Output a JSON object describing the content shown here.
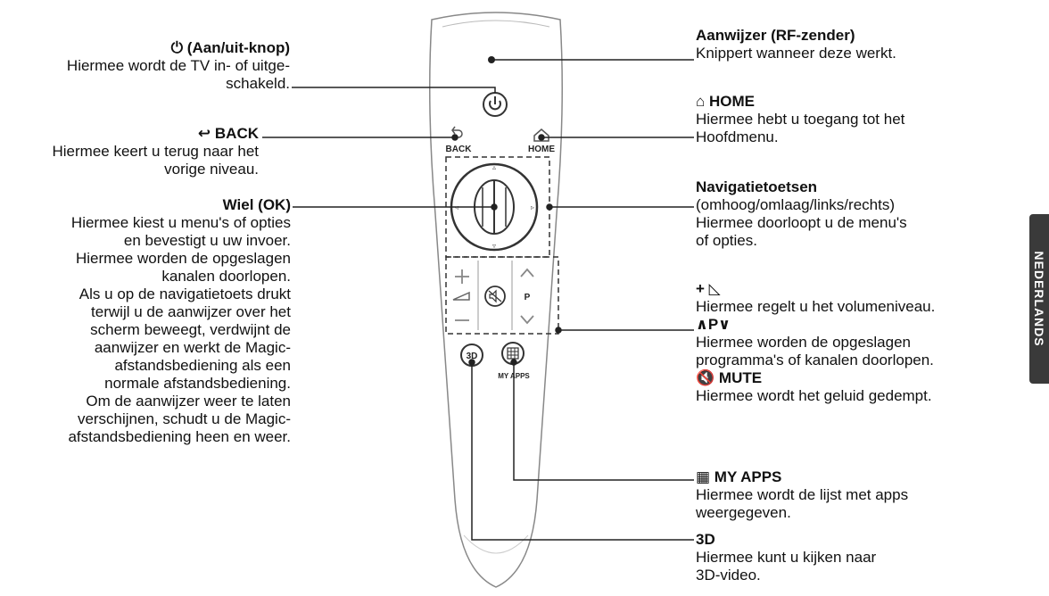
{
  "callouts": {
    "power": {
      "title": "(Aan/uit-knop)",
      "desc": "Hiermee wordt de TV in- of uitge-\nschakeld."
    },
    "back": {
      "title": "BACK",
      "desc": "Hiermee keert u terug naar het\nvorige niveau."
    },
    "wheel": {
      "title": "Wiel (OK)",
      "desc": "Hiermee kiest u menu's of opties\nen bevestigt u uw invoer.\nHiermee worden de opgeslagen\nkanalen doorlopen.\nAls u op de navigatietoets drukt\nterwijl u de aanwijzer over het\nscherm beweegt, verdwijnt de\naanwijzer en werkt de Magic-\nafstandsbediening als een\nnormale afstandsbediening.\nOm de aanwijzer weer te laten\nverschijnen, schudt u de Magic-\nafstandsbediening heen en weer."
    },
    "pointer": {
      "title": "Aanwijzer (RF-zender)",
      "desc": "Knippert wanneer deze werkt."
    },
    "home": {
      "title": "HOME",
      "desc": "Hiermee hebt u toegang tot het\nHoofdmenu."
    },
    "nav": {
      "title": "Navigatietoetsen",
      "desc": "(omhoog/omlaag/links/rechts)\nHiermee doorloopt u de menu's\nof opties."
    },
    "volume": {
      "title": "+",
      "desc": "Hiermee regelt u het volumeniveau."
    },
    "program": {
      "title": "P",
      "desc": "Hiermee worden de opgeslagen\nprogramma's of kanalen doorlopen."
    },
    "mute": {
      "title": "MUTE",
      "desc": "Hiermee wordt het geluid gedempt."
    },
    "myapps": {
      "title": "MY APPS",
      "desc": "Hiermee wordt de lijst met apps\nweergegeven."
    },
    "threed": {
      "title": "3D",
      "desc": "Hiermee kunt u kijken naar\n3D-video."
    }
  },
  "remote": {
    "back_label": "BACK",
    "home_label": "HOME",
    "p_label": "P",
    "threed_label": "3D",
    "myapps_label": "MY APPS"
  },
  "side_tab": "NEDERLANDS"
}
